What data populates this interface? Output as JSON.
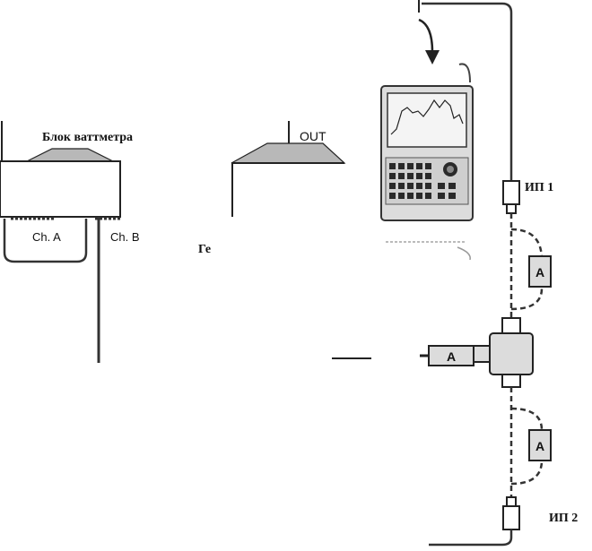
{
  "labels": {
    "wattmeter_block": "Блок ваттметра",
    "generator_out": "OUT",
    "channel_a": "Ch. A",
    "channel_b": "Ch. B",
    "generator": "Ге",
    "ip1": "ИП 1",
    "ip2": "ИП 2"
  },
  "attenuator_label": "A"
}
